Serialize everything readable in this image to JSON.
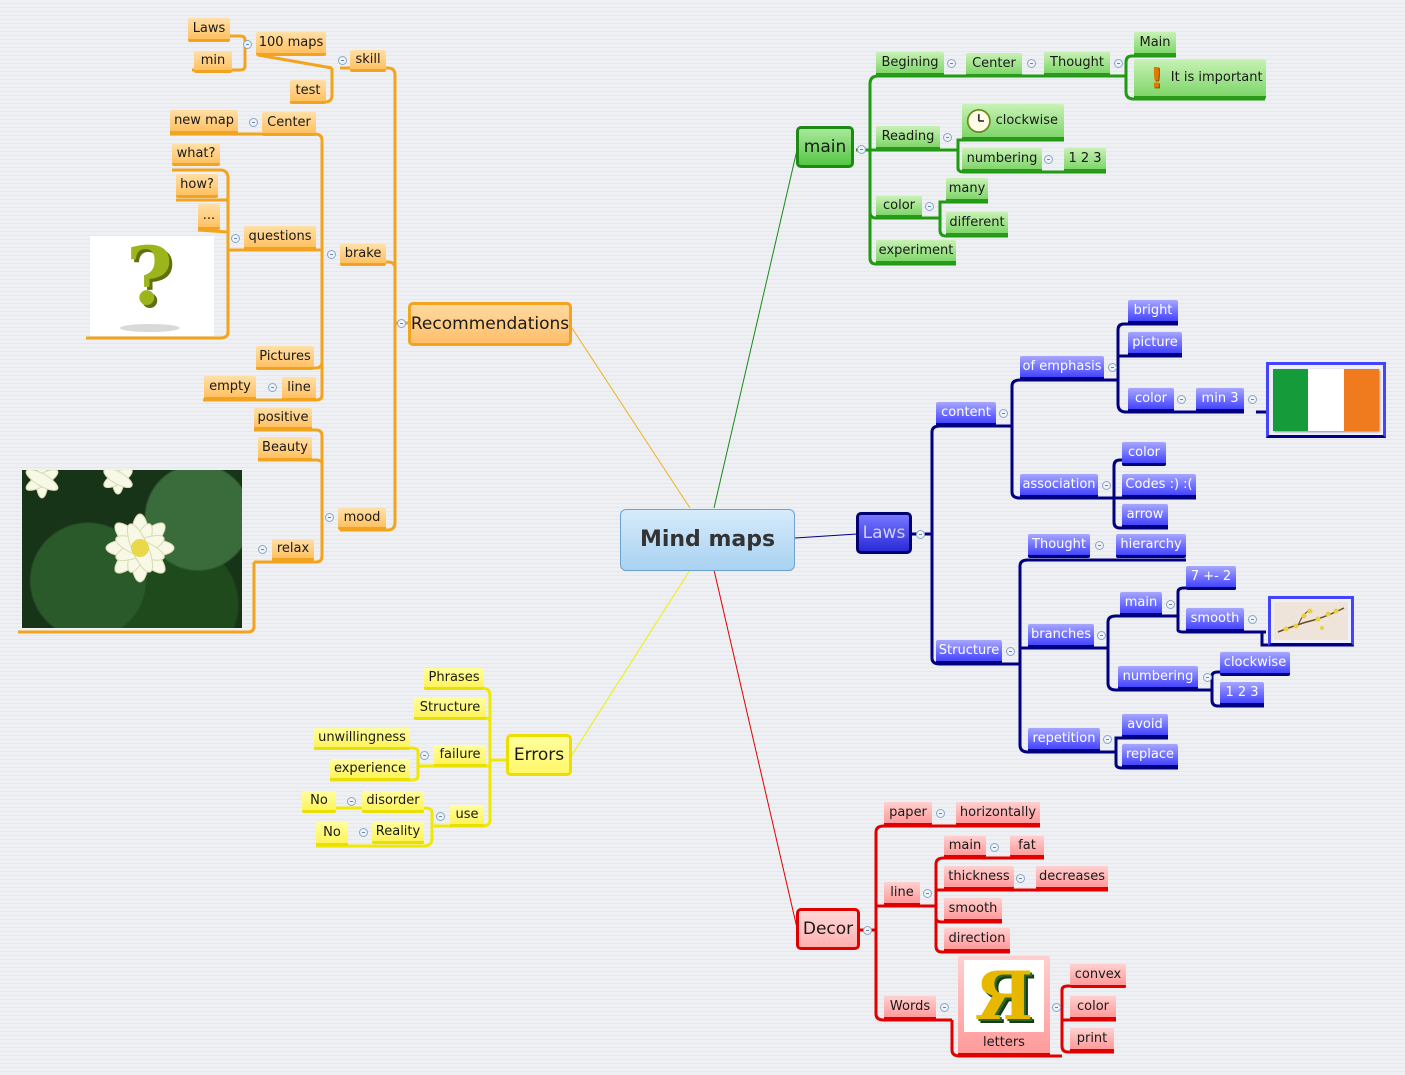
{
  "center": "Mind maps",
  "recommendations": {
    "title": "Recommendations",
    "skill": "skill",
    "maps100": "100 maps",
    "laws": "Laws",
    "min": "min",
    "test": "test",
    "brake": "brake",
    "center": "Center",
    "new_map": "new map",
    "questions": "questions",
    "what": "what?",
    "how": "how?",
    "dots": "...",
    "pictures": "Pictures",
    "line": "line",
    "empty": "empty",
    "mood": "mood",
    "positive": "positive",
    "beauty": "Beauty",
    "relax": "relax"
  },
  "errors": {
    "title": "Errors",
    "phrases": "Phrases",
    "structure": "Structure",
    "failure": "failure",
    "unwillingness": "unwillingness",
    "experience": "experience",
    "use": "use",
    "disorder": "disorder",
    "reality": "Reality",
    "no1": "No",
    "no2": "No"
  },
  "main_branch": {
    "title": "main",
    "begining": "Begining",
    "center": "Center",
    "thought": "Thought",
    "main": "Main",
    "important": "It is important",
    "reading": "Reading",
    "clockwise": "clockwise",
    "numbering": "numbering",
    "n123": "1 2 3",
    "color": "color",
    "many": "many",
    "different": "different",
    "experiment": "experiment"
  },
  "laws": {
    "title": "Laws",
    "content": "content",
    "emphasis": "of emphasis",
    "bright": "bright",
    "picture": "picture",
    "color": "color",
    "min3": "min 3",
    "association": "association",
    "color2": "color",
    "codes": "Codes :) :(",
    "arrow": "arrow",
    "structure": "Structure",
    "thought": "Thought",
    "hierarchy": "hierarchy",
    "branches": "branches",
    "main": "main",
    "seven": "7 +- 2",
    "smooth": "smooth",
    "numbering": "numbering",
    "clockwise": "clockwise",
    "n123": "1 2 3",
    "repetition": "repetition",
    "avoid": "avoid",
    "replace": "replace"
  },
  "decor": {
    "title": "Decor",
    "paper": "paper",
    "horizontally": "horizontally",
    "line": "line",
    "main": "main",
    "fat": "fat",
    "thickness": "thickness",
    "decreases": "decreases",
    "smooth": "smooth",
    "direction": "direction",
    "words": "Words",
    "letters": "letters",
    "ya": "Я",
    "convex": "convex",
    "color": "color",
    "print": "print"
  },
  "icons": {
    "question": "?",
    "exclamation": "!"
  },
  "colors": {
    "orange": "#f3a41f",
    "green": "#2a9a1a",
    "blue": "#000080",
    "yellow": "#e8e000",
    "red": "#e00000"
  }
}
